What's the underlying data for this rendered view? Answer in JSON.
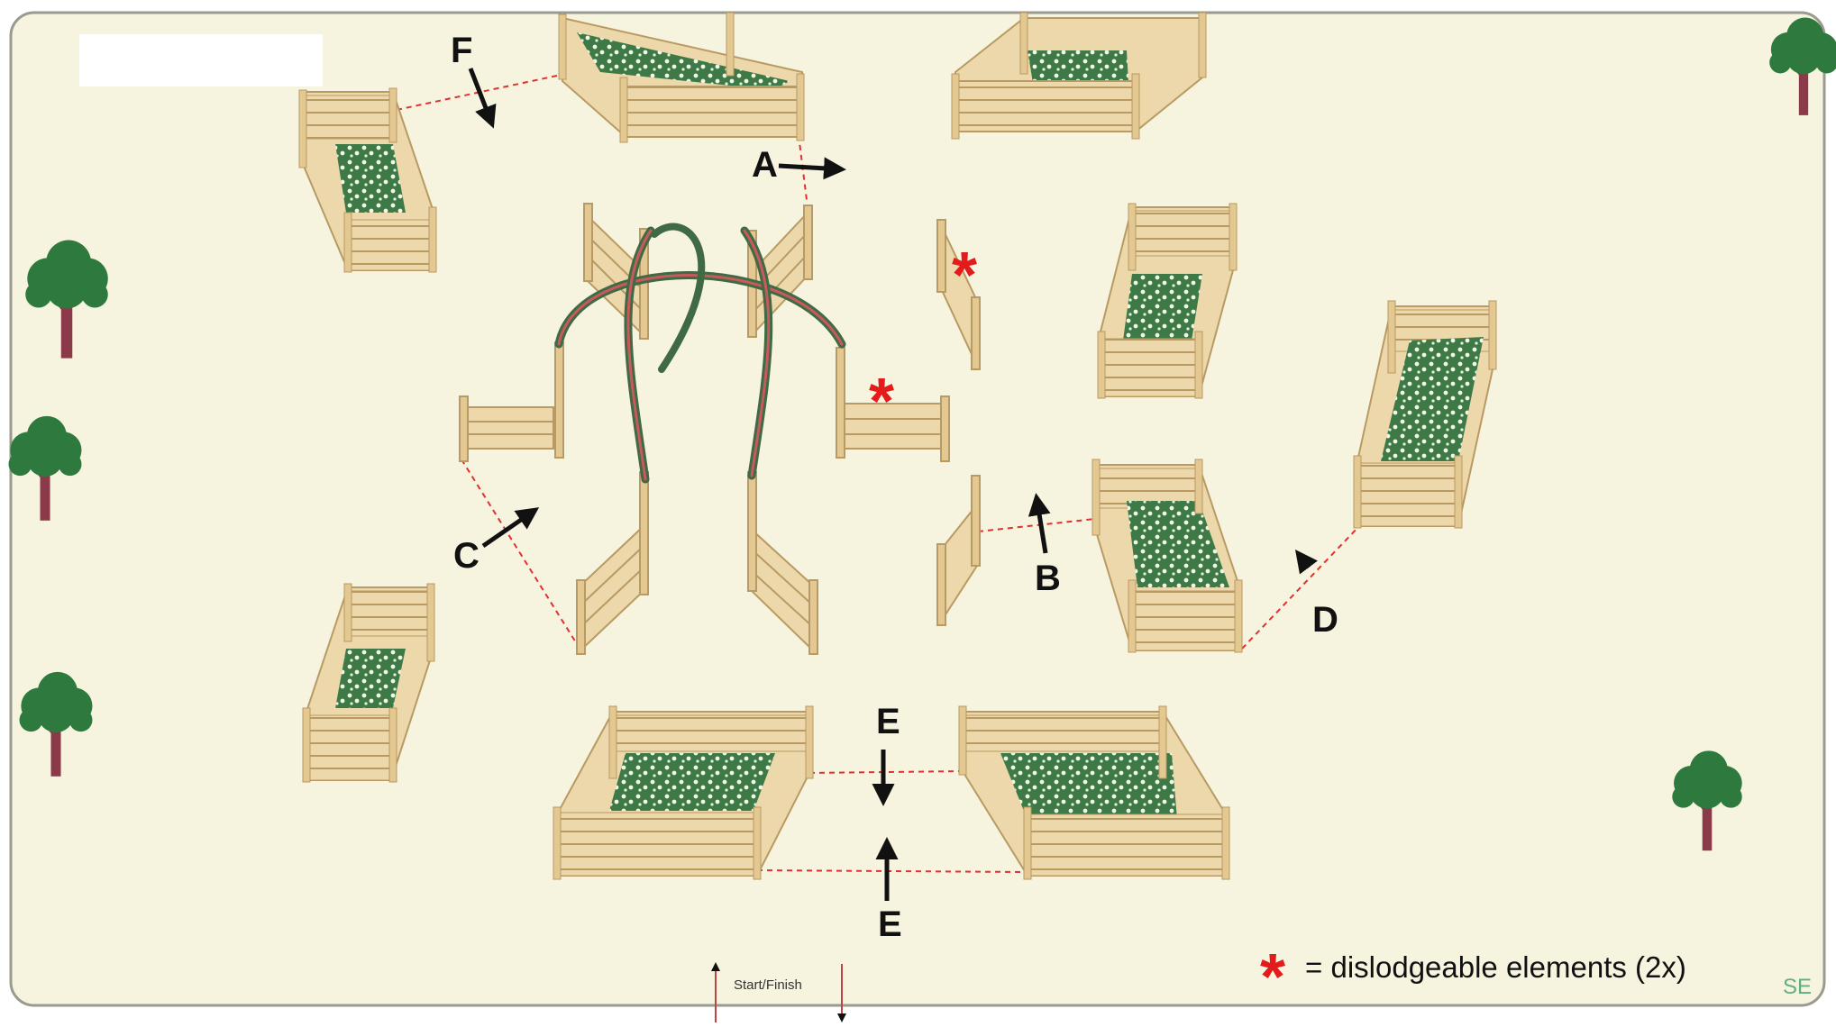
{
  "labels": {
    "A": "A",
    "B": "B",
    "C": "C",
    "D": "D",
    "E_top": "E",
    "E_bottom": "E",
    "F": "F"
  },
  "legend": {
    "symbol": "*",
    "text": "= dislodgeable elements (2x)"
  },
  "dislodgeable_marks": [
    "*",
    "*"
  ],
  "corner_code": "SE",
  "start_finish": "Start/Finish",
  "colors": {
    "arena": "#f6f3df",
    "arena_border": "#9a9a8e",
    "wood": "#e9d4a4",
    "wood_edge": "#b89a62",
    "foliage": "#3d7a46",
    "flowers": "#f3f3ea",
    "tree_crown": "#2e7a3e",
    "tree_trunk": "#8a3a48",
    "dashed_line": "#e03030",
    "arrow": "#111111",
    "asterisk": "#e31b1b",
    "arch_red": "#c75a5a",
    "arch_green": "#3f6a45"
  },
  "icons": [
    "tree-icon",
    "flower-bed-icon",
    "fence-icon",
    "arch-icon",
    "arrow-icon",
    "asterisk-icon"
  ]
}
